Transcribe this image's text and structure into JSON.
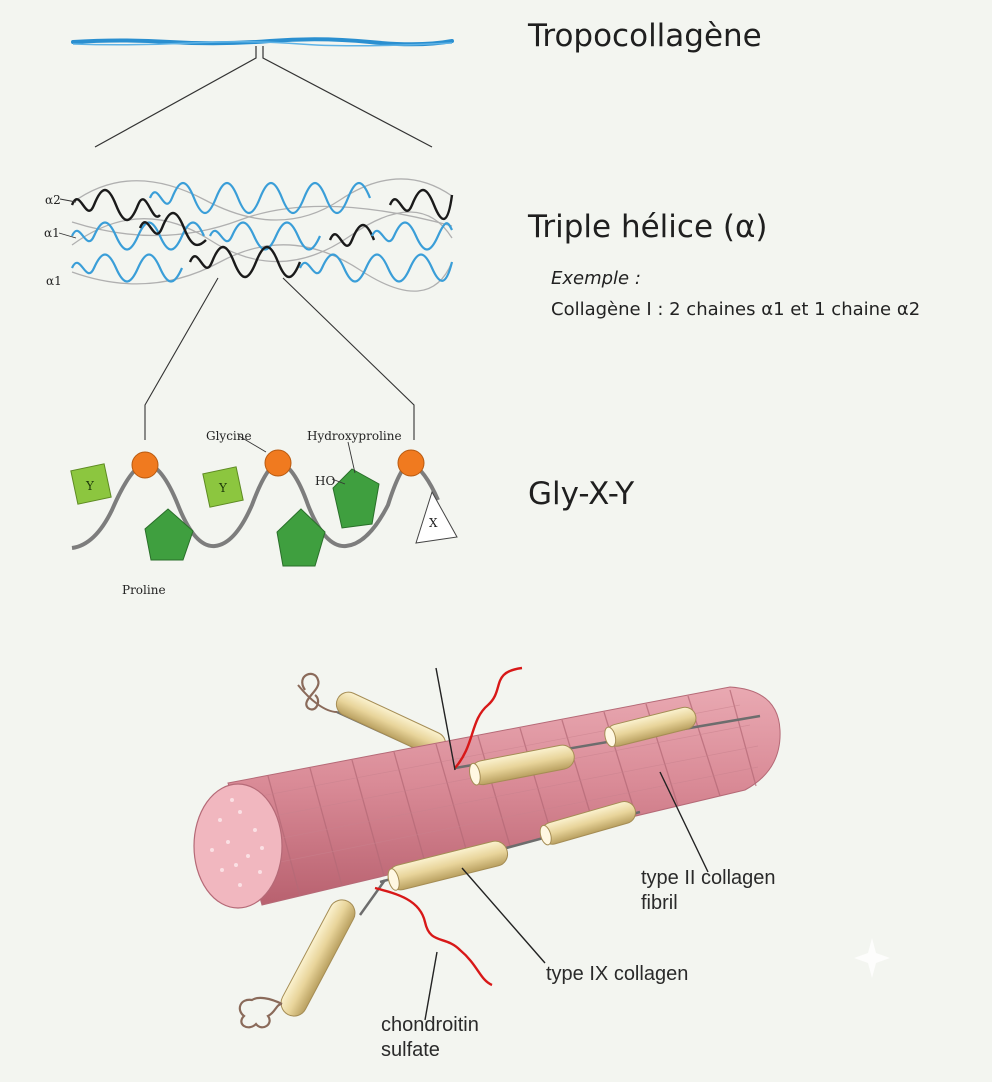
{
  "titles": {
    "tropocollagen": "Tropocollagène",
    "triple_helix": "Triple hélice (α)",
    "example_heading": "Exemple :",
    "example_text": "Collagène I : 2 chaines α1 et 1 chaine α2",
    "gly_x_y": "Gly-X-Y"
  },
  "helix_chain_labels": [
    "α2",
    "α1",
    "α1"
  ],
  "residue_labels": {
    "glycine": "Glycine",
    "hydroxyproline": "Hydroxyproline",
    "ho": "HO",
    "proline": "Proline",
    "y": "Y",
    "x": "X"
  },
  "fibril_labels": {
    "type2_line1": "type II collagen",
    "type2_line2": "fibril",
    "type9": "type IX collagen",
    "chondroitin_line1": "chondroitin",
    "chondroitin_line2": "sulfate"
  },
  "colors": {
    "background": "#f3f5f0",
    "tropocollagen_fiber": "#2a8fd0",
    "helix_blue": "#3a9ed8",
    "helix_black": "#1a1a1a",
    "glycine_orange": "#f07a1f",
    "y_residue_green": "#8cc63f",
    "proline_green": "#3f9f3f",
    "fibril_pink": "#d98a96",
    "type9_rod": "#e8d49a",
    "chondroitin_red": "#d81818"
  }
}
